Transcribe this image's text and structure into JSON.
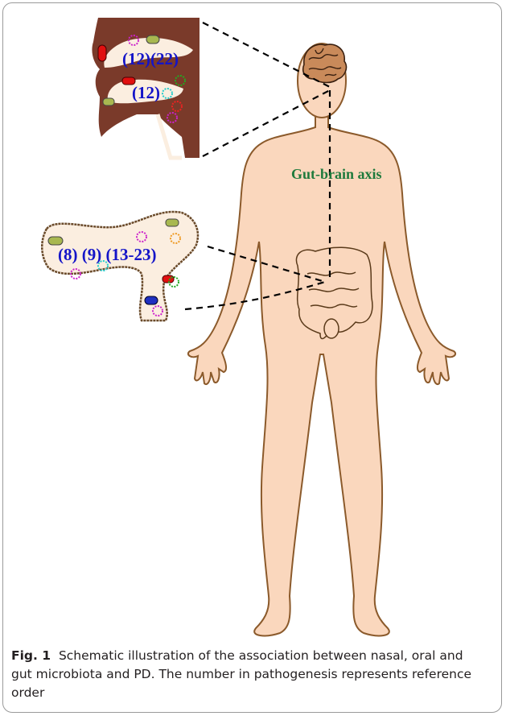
{
  "diagram": {
    "axis_label": "Gut-brain axis",
    "nasal_oral_refs": {
      "nasal": "(12)(22)",
      "oral": "(12)"
    },
    "gut_refs": "(8) (9) (13-23)",
    "colors": {
      "skin": "#fad7bd",
      "outline": "#8b5a2b",
      "label_blue": "#1414c8",
      "label_green": "#1e7a3c",
      "head_section": "#7a3a2a"
    }
  },
  "caption": {
    "label": "Fig. 1",
    "text": "Schematic illustration of the association between nasal, oral and gut microbiota and PD. The number in pathogenesis represents reference order"
  }
}
